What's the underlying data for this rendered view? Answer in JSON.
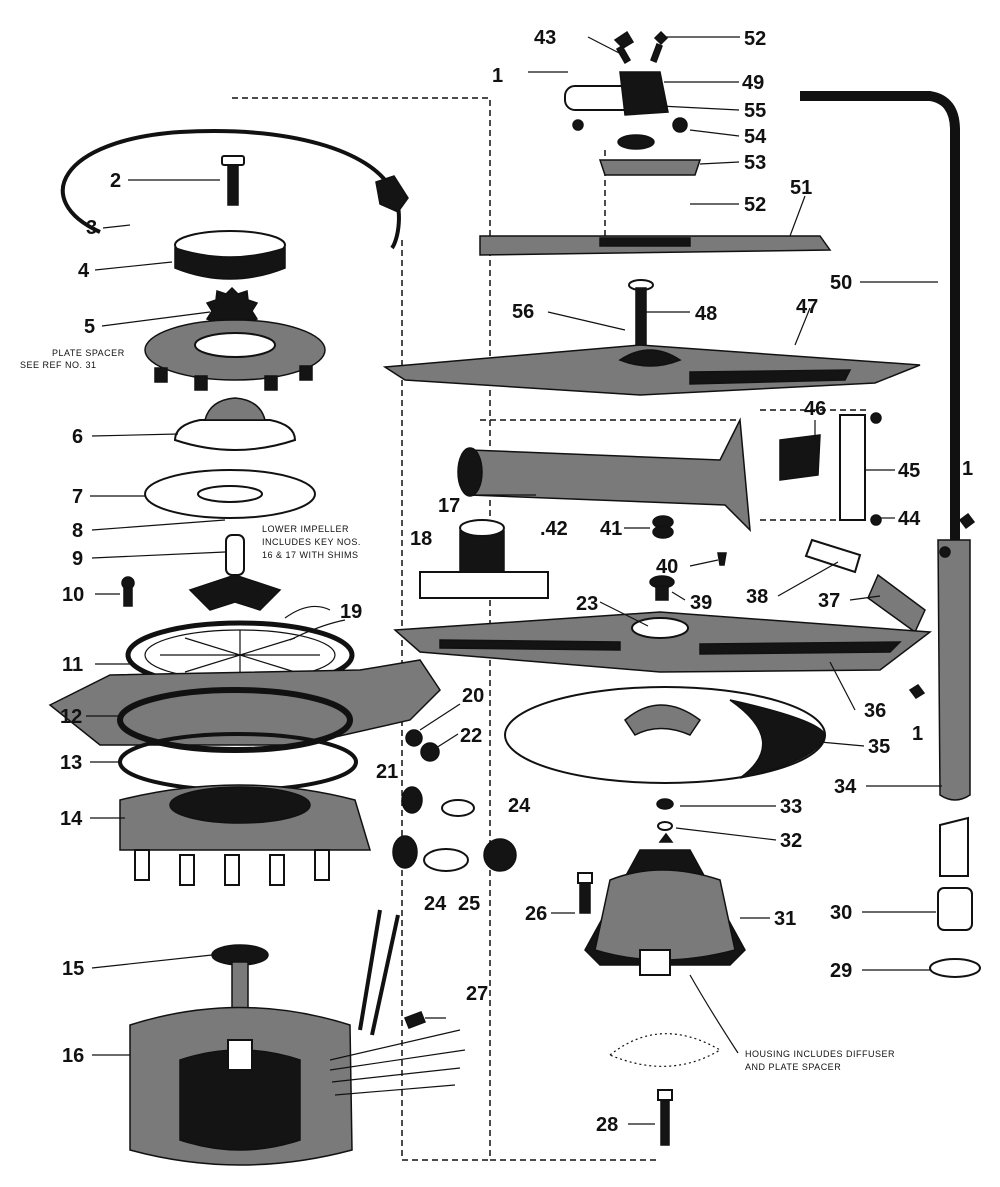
{
  "callouts": {
    "c1a": "1",
    "c1b": "1",
    "c1c": "1",
    "c2": "2",
    "c3": "3",
    "c4": "4",
    "c5": "5",
    "c6": "6",
    "c7": "7",
    "c8": "8",
    "c9": "9",
    "c10": "10",
    "c11": "11",
    "c12": "12",
    "c13": "13",
    "c14": "14",
    "c15": "15",
    "c16": "16",
    "c17": "17",
    "c18": "18",
    "c19": "19",
    "c20": "20",
    "c21": "21",
    "c22": "22",
    "c23": "23",
    "c24a": "24",
    "c24b": "24",
    "c25": "25",
    "c26": "26",
    "c27": "27",
    "c28": "28",
    "c29": "29",
    "c30": "30",
    "c31": "31",
    "c32": "32",
    "c33": "33",
    "c34": "34",
    "c35": "35",
    "c36": "36",
    "c37": "37",
    "c38": "38",
    "c39": "39",
    "c40": "40",
    "c41": "41",
    "c42": ".42",
    "c43": "43",
    "c44": "44",
    "c45": "45",
    "c46": "46",
    "c47": "47",
    "c48": "48",
    "c49": "49",
    "c50": "50",
    "c51": "51",
    "c52a": "52",
    "c52b": "52",
    "c53": "53",
    "c54": "54",
    "c55": "55",
    "c56": "56"
  },
  "notes": {
    "plate_spacer_1": "PLATE SPACER",
    "plate_spacer_2": "SEE REF NO. 31",
    "lower_impeller_1": "LOWER IMPELLER",
    "lower_impeller_2": "INCLUDES KEY NOS.",
    "lower_impeller_3": "16 & 17 WITH SHIMS",
    "housing_1": "HOUSING INCLUDES DIFFUSER",
    "housing_2": "AND PLATE SPACER"
  }
}
